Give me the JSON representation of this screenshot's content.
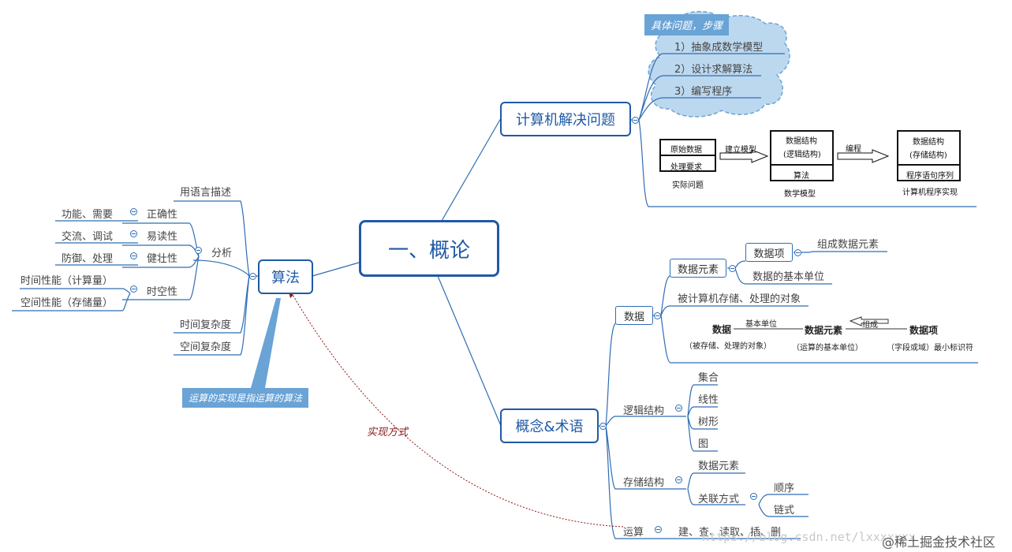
{
  "root": {
    "label": "一、概论"
  },
  "algorithm": {
    "label": "算法",
    "describe": "用语言描述",
    "analysis": "分析",
    "correctness": {
      "label": "正确性",
      "detail": "功能、需要"
    },
    "readability": {
      "label": "易读性",
      "detail": "交流、调试"
    },
    "robustness": {
      "label": "健壮性",
      "detail": "防御、处理"
    },
    "spacetime": {
      "label": "时空性",
      "time_perf": "时间性能（计算量）",
      "space_perf": "空间性能（存储量）"
    },
    "time_complexity": "时间复杂度",
    "space_complexity": "空间复杂度",
    "callout": "运算的实现是指运算的算法",
    "impl_link": "实现方式"
  },
  "problem": {
    "label": "计算机解决问题",
    "cloud_title": "具体问题，步骤",
    "steps": [
      "1）抽象成数学模型",
      "2）设计求解算法",
      "3）编写程序"
    ],
    "figure": {
      "raw_data": "原始数据",
      "process_req": "处理要求",
      "real_problem": "实际问题",
      "build_model": "建立模型",
      "ds_logic_1": "数据结构",
      "ds_logic_2": "(逻辑结构)",
      "algo": "算法",
      "math_model": "数学模型",
      "programming": "编程",
      "ds_storage_1": "数据结构",
      "ds_storage_2": "(存储结构)",
      "stmt_seq": "程序语句序列",
      "impl": "计算机程序实现"
    }
  },
  "concepts": {
    "label": "概念&术语",
    "data": {
      "label": "数据",
      "element": "数据元素",
      "item": "数据项",
      "item_desc": "组成数据元素",
      "element_desc": "数据的基本单位",
      "data_desc": "被计算机存储、处理的对象",
      "diagram": {
        "d1": "数据",
        "d1_sub": "（被存储、处理的对象）",
        "basic_unit": "基本单位",
        "d2": "数据元素",
        "d2_sub": "（运算的基本单位）",
        "compose": "组成",
        "d3": "数据项",
        "d3_sub": "（字段或域）最小标识符"
      }
    },
    "logical": {
      "label": "逻辑结构",
      "items": [
        "集合",
        "线性",
        "树形",
        "图"
      ]
    },
    "storage": {
      "label": "存储结构",
      "element": "数据元素",
      "relation": "关联方式",
      "relation_items": [
        "顺序",
        "链式"
      ]
    },
    "operation": {
      "label": "运算",
      "detail": "建、查、读取、插、删"
    }
  },
  "watermark": {
    "url": "https://blog.csdn.net/lxxxxxxx",
    "brand": "@稀土掘金技术社区"
  },
  "colors": {
    "node_border": "#1f5aa6",
    "line": "#2f6db5",
    "cloud": "#bcd8ef",
    "callout": "#6aa3d6",
    "impl_link": "#8b1a1a"
  }
}
